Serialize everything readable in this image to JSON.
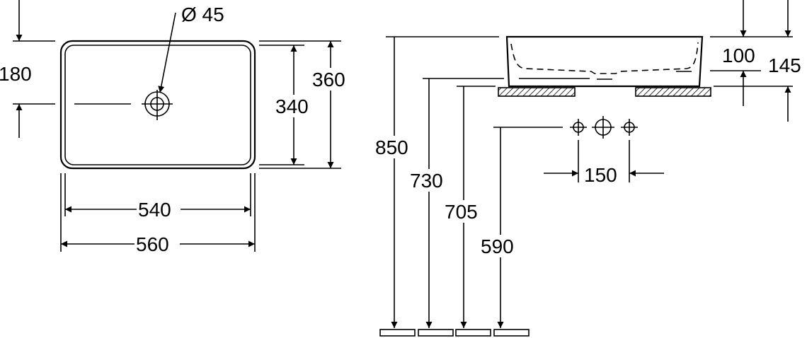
{
  "top_view": {
    "drain_label": "Ø 45",
    "dim_180": "180",
    "dim_340": "340",
    "dim_360": "360",
    "dim_540": "540",
    "dim_560": "560"
  },
  "side_view": {
    "dim_850": "850",
    "dim_730": "730",
    "dim_705": "705",
    "dim_590": "590",
    "dim_150": "150",
    "dim_100": "100",
    "dim_145": "145"
  }
}
